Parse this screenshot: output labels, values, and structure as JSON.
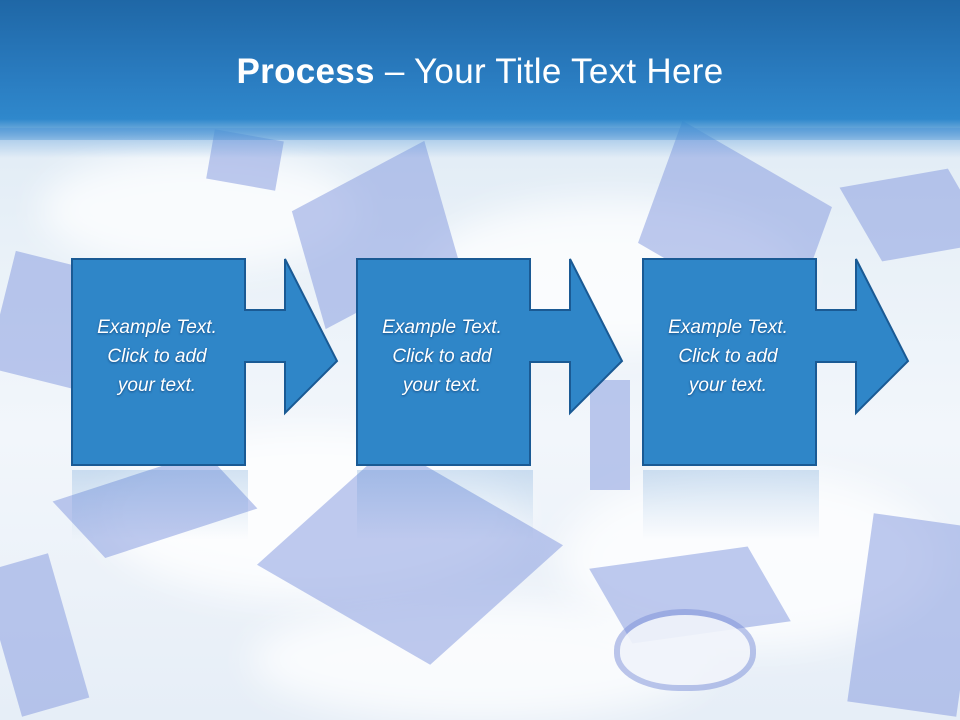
{
  "slide": {
    "title_bold": "Process",
    "title_rest": " – Your Title Text Here"
  },
  "steps": [
    {
      "line1": "Example Text.",
      "line2": "Click  to add",
      "line3": "your text."
    },
    {
      "line1": "Example Text.",
      "line2": "Click  to add",
      "line3": "your text."
    },
    {
      "line1": "Example Text.",
      "line2": "Click  to add",
      "line3": "your text."
    }
  ],
  "colors": {
    "title_bar": "#2a7cc0",
    "step_fill": "#2f86c8",
    "step_border": "#1a5a94",
    "title_text": "#ffffff"
  }
}
